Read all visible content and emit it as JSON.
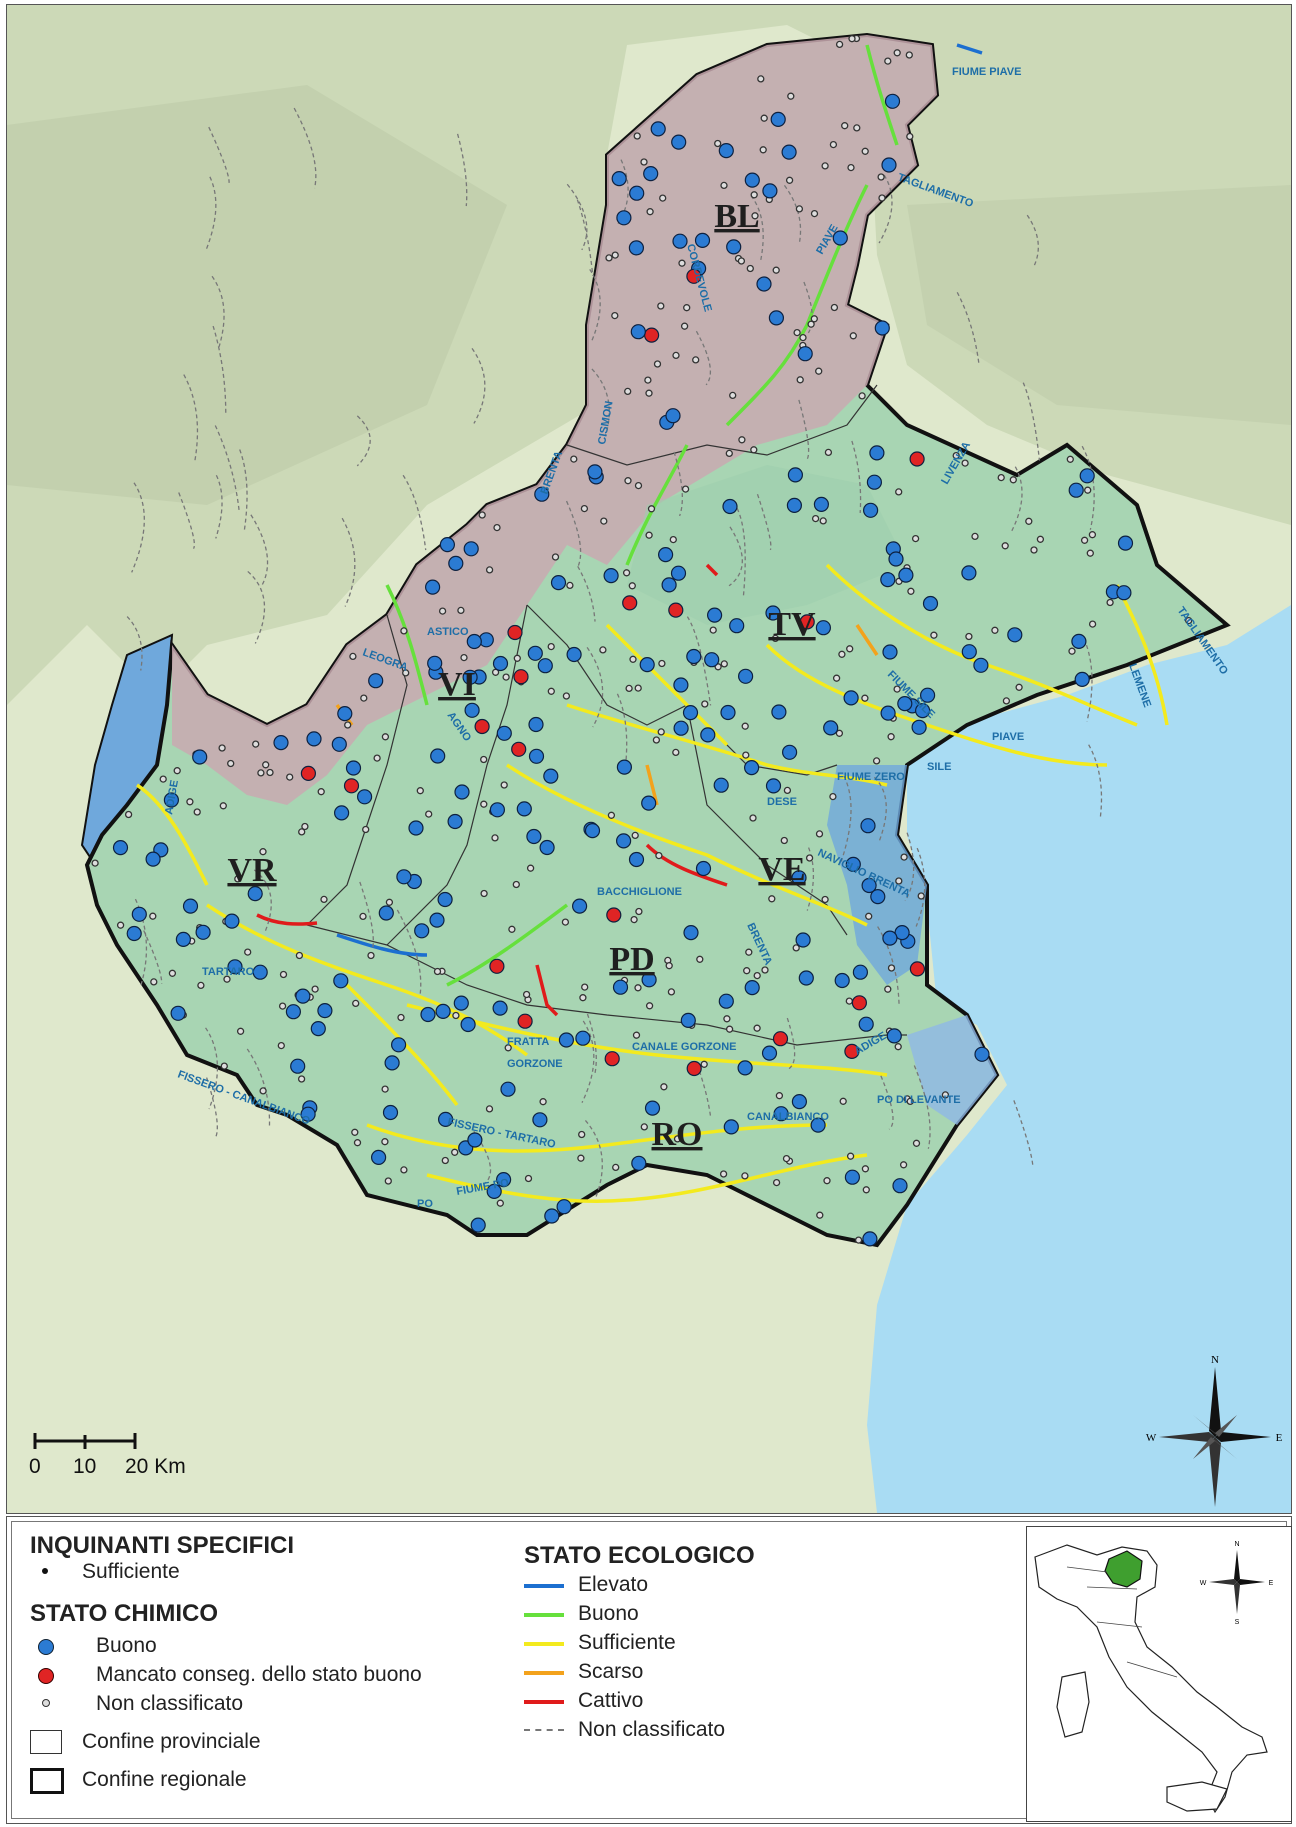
{
  "map": {
    "provinces": [
      "BL",
      "TV",
      "VI",
      "VR",
      "VE",
      "PD",
      "RO"
    ],
    "river_labels": [
      "FIUME PIAVE",
      "TAGLIAMENTO",
      "PIAVE",
      "CORDEVOLE",
      "BRENTA",
      "CISMON",
      "LIVENZA",
      "TAGLIAMENTO",
      "FIUME SILE",
      "SILE",
      "PIAVE",
      "FIUME ZERO",
      "DESE",
      "NAVIGLIO BRENTA",
      "BACCHIGLIONE",
      "BRENTA",
      "ASTICO",
      "LEOGRA",
      "AGNO",
      "ADIGE",
      "TARTARO",
      "FRATTA",
      "GORZONE",
      "CANALE GORZONE",
      "FISSERO - CANALBIANCO",
      "FISSERO - TARTARO",
      "CANALBIANCO",
      "PO",
      "FIUME PO",
      "PO DI LEVANTE",
      "ADIGE",
      "LEMENE"
    ],
    "scale_bar": {
      "labels": [
        "0",
        "10",
        "20 Km"
      ]
    },
    "compass": {
      "n": "N",
      "s": "S",
      "e": "E",
      "w": "W"
    },
    "colors": {
      "sea": "#a9dcf3",
      "lake": "#6fa8dc",
      "plain": "#a8d5b3",
      "mountain": "#c9a9b0",
      "outside": "#dfe8cc",
      "buono_point": "#2b7bd3",
      "mancato_point": "#e02424",
      "elevato": "#1c6fd0",
      "buono_line": "#66e03c",
      "sufficiente": "#f3ea1e",
      "scarso": "#f3a21c",
      "cattivo": "#e01b1b",
      "non_class_line": "#777777"
    }
  },
  "legend": {
    "inquinanti": {
      "title": "INQUINANTI SPECIFICI",
      "items": [
        "Sufficiente"
      ]
    },
    "chimico": {
      "title": "STATO CHIMICO",
      "items": [
        "Buono",
        "Mancato conseg. dello stato buono",
        "Non classificato"
      ]
    },
    "confini": [
      "Confine provinciale",
      "Confine regionale"
    ],
    "ecologico": {
      "title": "STATO ECOLOGICO",
      "items": [
        "Elevato",
        "Buono",
        "Sufficiente",
        "Scarso",
        "Cattivo",
        "Non classificato"
      ]
    },
    "inset_compass": {
      "n": "N",
      "s": "S",
      "e": "E",
      "w": "W"
    }
  }
}
